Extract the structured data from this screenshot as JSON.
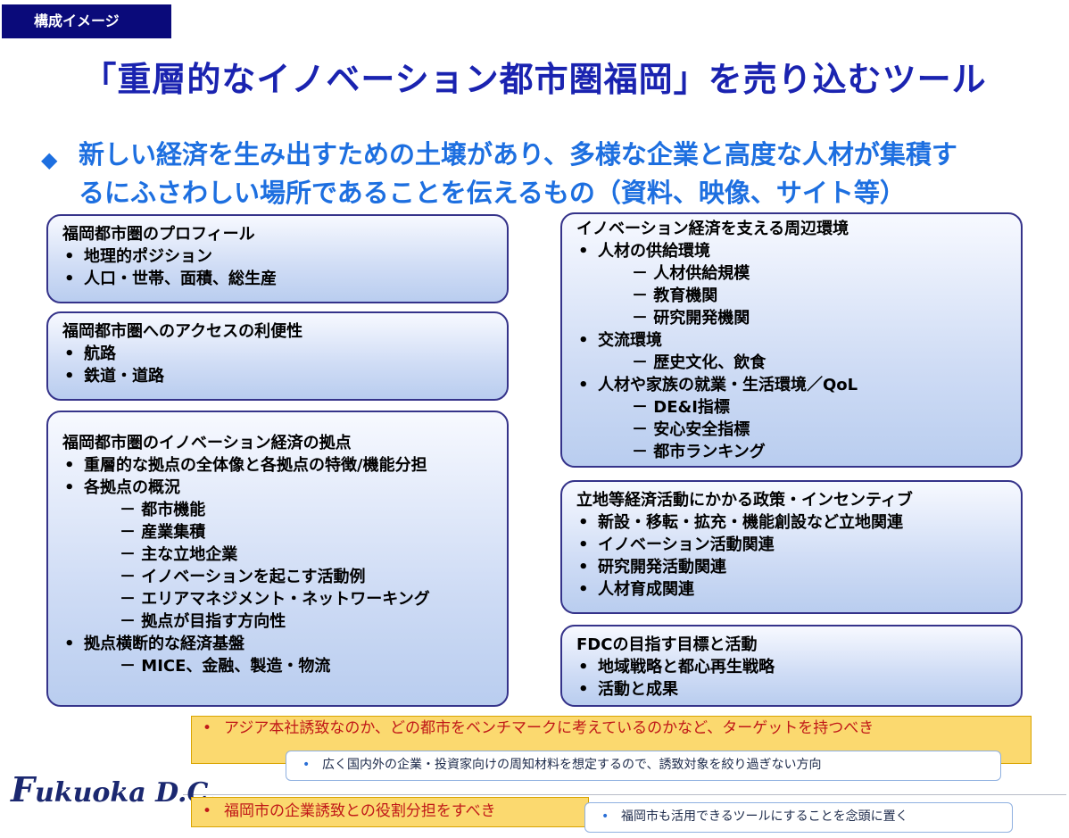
{
  "tag": "構成イメージ",
  "title": "「重層的なイノベーション都市圏福岡」を売り込むツール",
  "lead": {
    "line1": "新しい経済を生み出すための土壌があり、多様な企業と高度な人材が集積す",
    "line2": "るにふさわしい場所であることを伝えるもの（資料、映像、サイト等）"
  },
  "box_profile": {
    "heading": "福岡都市圏のプロフィール",
    "items": [
      "地理的ポジション",
      "人口・世帯、面積、総生産"
    ]
  },
  "box_access": {
    "heading": "福岡都市圏へのアクセスの利便性",
    "items": [
      "航路",
      "鉄道・道路"
    ]
  },
  "box_hub": {
    "heading": "福岡都市圏のイノベーション経済の拠点",
    "b1": "重層的な拠点の全体像と各拠点の特徴/機能分担",
    "b2": "各拠点の概況",
    "sub2": [
      "都市機能",
      "産業集積",
      "主な立地企業",
      "イノベーションを起こす活動例",
      "エリアマネジメント・ネットワーキング",
      "拠点が目指す方向性"
    ],
    "b3": "拠点横断的な経済基盤",
    "sub3": [
      "MICE、金融、製造・物流"
    ]
  },
  "box_env": {
    "heading": "イノベーション経済を支える周辺環境",
    "b1": "人材の供給環境",
    "sub1": [
      "人材供給規模",
      "教育機関",
      "研究開発機関"
    ],
    "b2": "交流環境",
    "sub2": [
      "歴史文化、飲食"
    ],
    "b3": "人材や家族の就業・生活環境／QoL",
    "sub3": [
      "DE&I指標",
      "安心安全指標",
      "都市ランキング"
    ]
  },
  "box_policy": {
    "heading": "立地等経済活動にかかる政策・インセンティブ",
    "items": [
      "新設・移転・拡充・機能創設など立地関連",
      "イノベーション活動関連",
      "研究開発活動関連",
      "人材育成関連"
    ]
  },
  "box_fdc": {
    "heading": "FDCの目指す目標と活動",
    "items": [
      "地域戦略と都心再生戦略",
      "活動と成果"
    ]
  },
  "notes": {
    "y1": "アジア本社誘致なのか、どの都市をベンチマークに考えているのかなど、ターゲットを持つべき",
    "w1": "広く国内外の企業・投資家向けの周知材料を想定するので、誘致対象を絞り過ぎない方向",
    "y2": "福岡市の企業誘致との役割分担をすべき",
    "w2": "福岡市も活用できるツールにすることを念頭に置く",
    "bullet": "•"
  },
  "logo": {
    "initial": "F",
    "rest": "ukuoka D.C."
  }
}
